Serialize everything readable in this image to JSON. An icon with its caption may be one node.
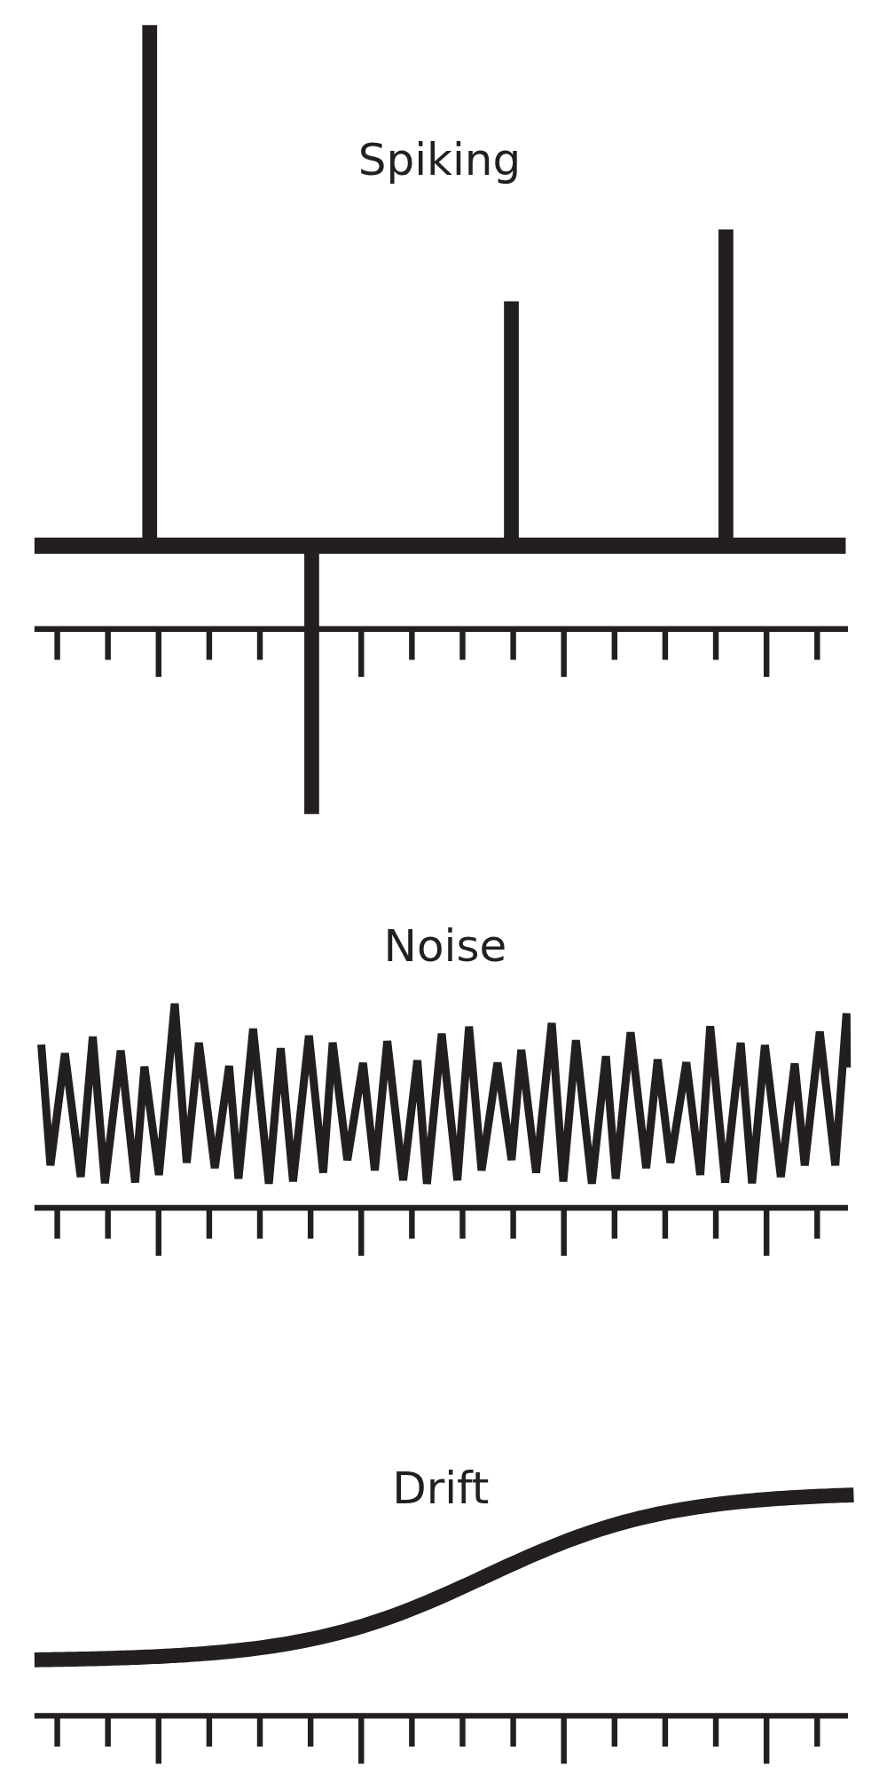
{
  "diagram": {
    "labels": [
      "Spiking",
      "Noise",
      "Drift"
    ]
  }
}
